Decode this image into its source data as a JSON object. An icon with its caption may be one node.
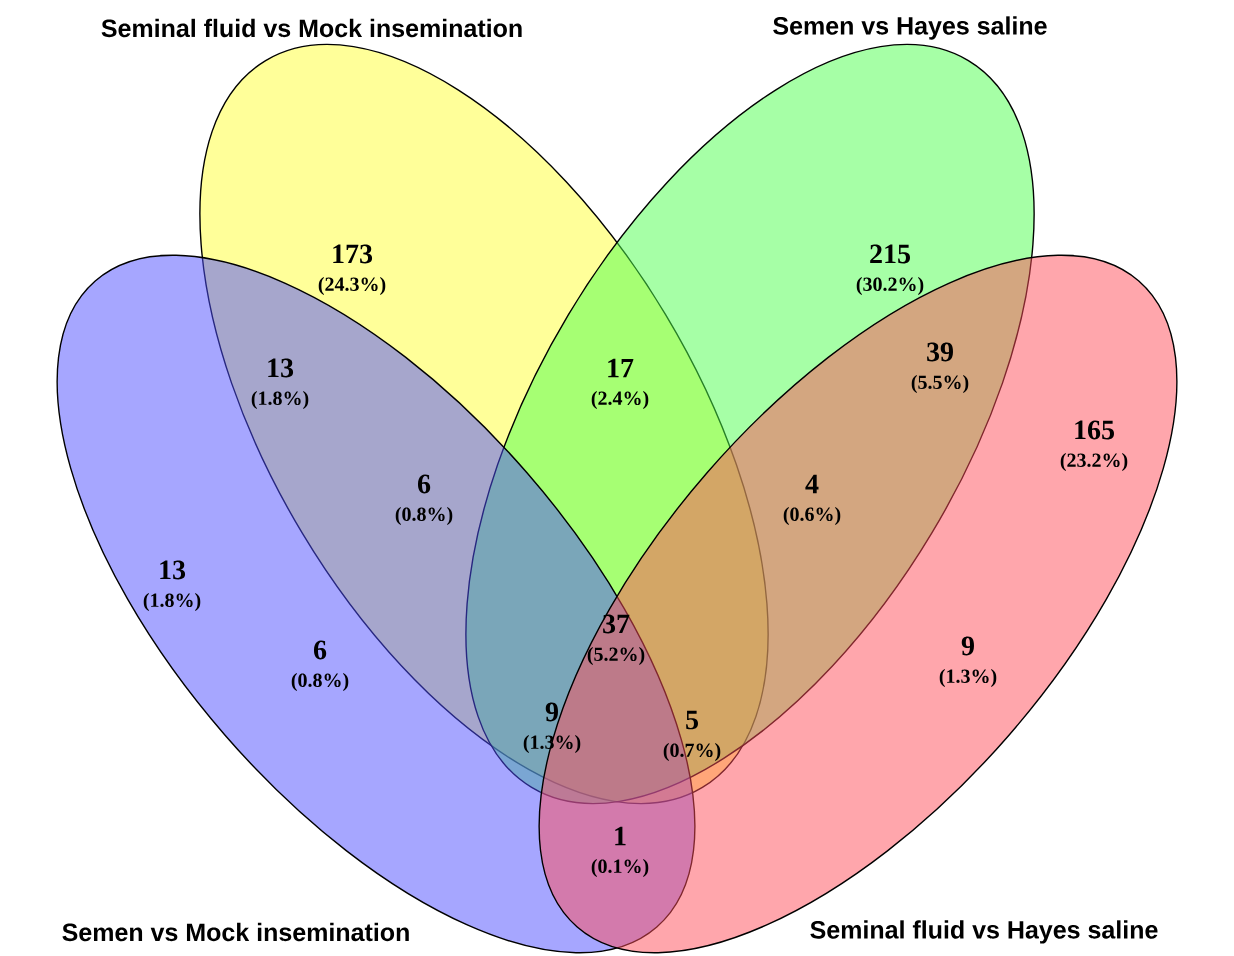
{
  "diagram": {
    "nodes": [
      {
        "text": [
          "Seminal fluid vs Mock insemination"
        ]
      },
      {
        "text": [
          "Semen vs Hayes saline"
        ]
      },
      {
        "text": [
          "Semen vs Mock insemination"
        ]
      },
      {
        "text": [
          "Seminal fluid vs Hayes saline"
        ]
      }
    ],
    "labels": [
      "173",
      "(24.3%)",
      "215",
      "(30.2%)",
      "13",
      "(1.8%)",
      "17",
      "(2.4%)",
      "39",
      "(5.5%)",
      "165",
      "(23.2%)",
      "6",
      "(0.8%)",
      "4",
      "(0.6%)",
      "13",
      "(1.8%)",
      "37",
      "(5.2%)",
      "9",
      "(1.3%)",
      "6",
      "(0.8%)",
      "9",
      "(1.3%)",
      "5",
      "(0.7%)",
      "1",
      "(0.1%)"
    ]
  }
}
